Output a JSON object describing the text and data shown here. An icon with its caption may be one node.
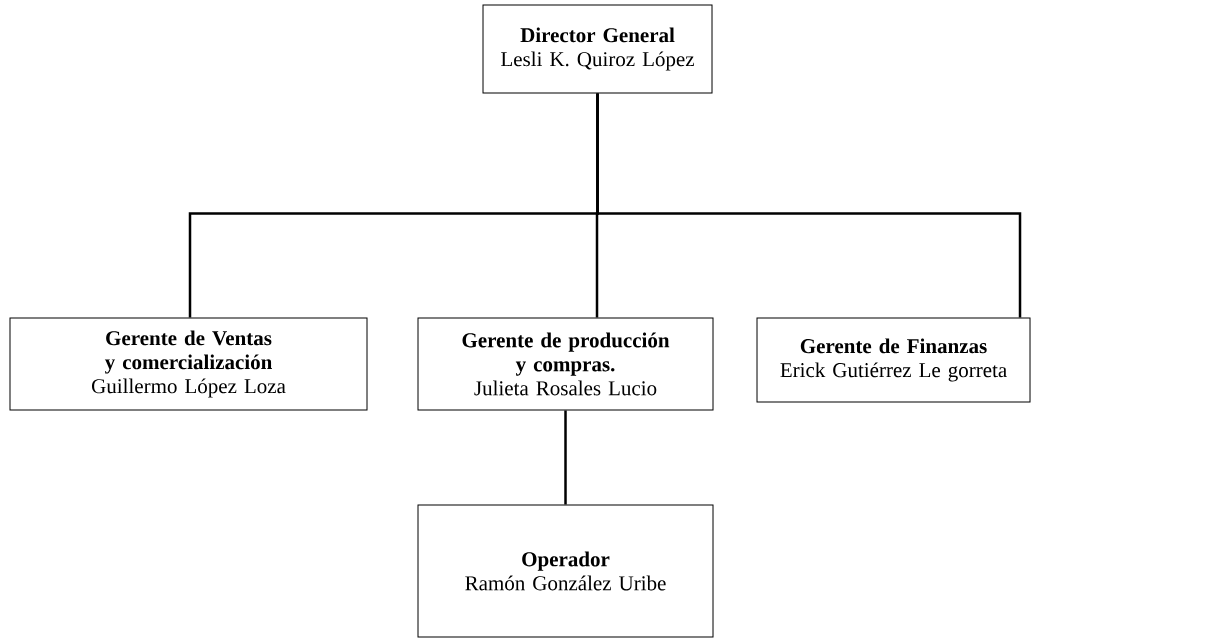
{
  "diagram": {
    "nodes": [
      {
        "text": [
          "Director General",
          "Lesli K. Quiroz López"
        ]
      },
      {
        "text": [
          "Gerente de Ventas y comercialización",
          "Guillermo López Loza"
        ]
      },
      {
        "text": [
          "Gerente de producción y compras.",
          "Julieta Rosales Lucio"
        ]
      },
      {
        "text": [
          "Gerente de Finanzas",
          "Erick Gutiérrez Le gorreta"
        ]
      },
      {
        "text": [
          "Operador",
          "Ramón González Uribe"
        ]
      }
    ],
    "edges": [
      {
        "from": 0,
        "to": 1,
        "arrow": "none"
      },
      {
        "from": 0,
        "to": 2,
        "arrow": "none"
      },
      {
        "from": 0,
        "to": 3,
        "arrow": "none"
      },
      {
        "from": 2,
        "to": 4,
        "arrow": "none"
      }
    ]
  }
}
